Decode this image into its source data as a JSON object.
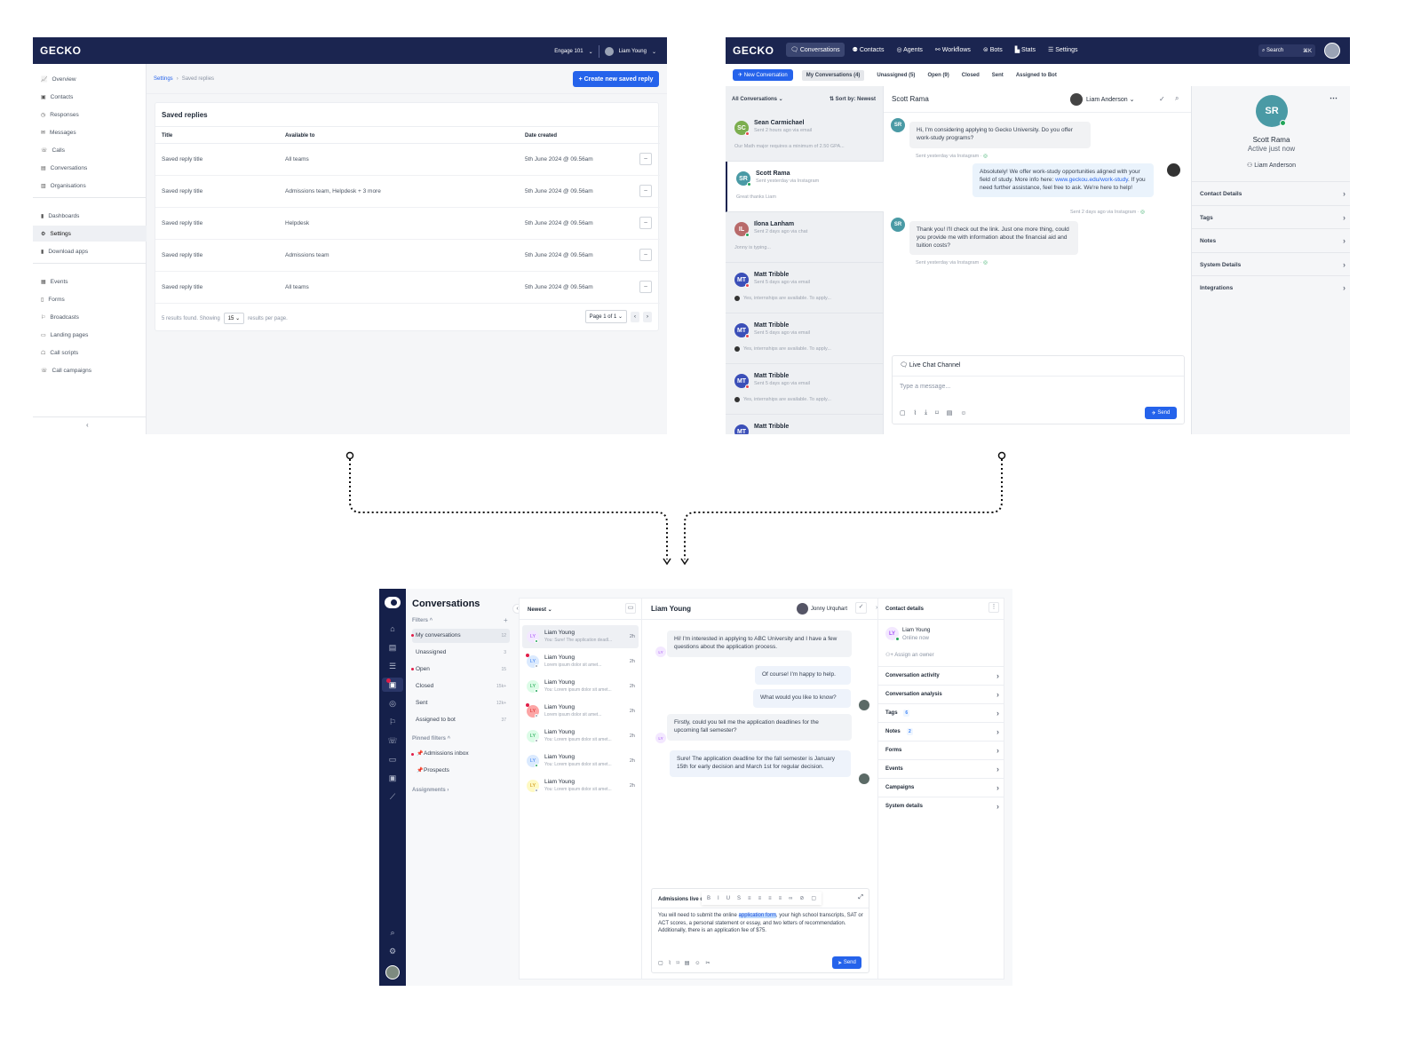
{
  "settings_app": {
    "logo": "GECKO",
    "workspace": "Engage 101",
    "user": "Liam Young",
    "sidebar": {
      "group1": [
        "Overview",
        "Contacts",
        "Responses",
        "Messages",
        "Calls",
        "Conversations",
        "Organisations"
      ],
      "group2": [
        "Dashboards",
        "Settings",
        "Download apps"
      ],
      "group3": [
        "Events",
        "Forms",
        "Broadcasts",
        "Landing pages",
        "Call scripts",
        "Call campaigns"
      ],
      "active": "Settings",
      "collapse": "‹"
    },
    "breadcrumb": {
      "parent": "Settings",
      "sep": "›",
      "current": "Saved replies"
    },
    "create_button": "+ Create new saved reply",
    "card_title": "Saved replies",
    "columns": [
      "Title",
      "Available to",
      "Date created"
    ],
    "rows": [
      {
        "title": "Saved reply title",
        "available": "All teams",
        "date": "5th June 2024 @ 09.56am"
      },
      {
        "title": "Saved reply title",
        "available": "Admissions team, Helpdesk + 3 more",
        "date": "5th June 2024 @ 09.56am"
      },
      {
        "title": "Saved reply title",
        "available": "Helpdesk",
        "date": "5th June 2024 @ 09.56am"
      },
      {
        "title": "Saved reply title",
        "available": "Admissions team",
        "date": "5th June 2024 @ 09.56am"
      },
      {
        "title": "Saved reply title",
        "available": "All teams",
        "date": "5th June 2024 @ 09.56am"
      }
    ],
    "footer": {
      "found": "5 results found. Showing",
      "per_page": "15",
      "suffix": "results per page.",
      "page": "Page 1 of 1"
    }
  },
  "inbox_app": {
    "logo": "GECKO",
    "nav": [
      "Conversations",
      "Contacts",
      "Agents",
      "Workflows",
      "Bots",
      "Stats",
      "Settings"
    ],
    "search": "Search",
    "shortcut": "⌘K",
    "new_conversation": "New Conversation",
    "tabs": [
      "My Conversations (4)",
      "Unassigned (5)",
      "Open (9)",
      "Closed",
      "Sent",
      "Assigned to Bot"
    ],
    "list_filter": "All Conversations",
    "sort": "Sort by: Newest",
    "conversations": [
      {
        "initials": "SC",
        "name": "Sean Carmichael",
        "meta": "Sent 2 hours ago via email",
        "preview": "Our Math major requires a minimum of 2.50 GPA...",
        "color": "#7cae4f",
        "status": "#e5484d"
      },
      {
        "initials": "SR",
        "name": "Scott Rama",
        "meta": "Sent yesterday via Instagram",
        "preview": "Great thanks Liam",
        "color": "#4a9aa5",
        "status": "#22a559"
      },
      {
        "initials": "IL",
        "name": "Ilona Lanham",
        "meta": "Sent 2 days ago via chat",
        "preview": "Jonny is typing...",
        "color": "#b86a6a",
        "status": "#22a559"
      },
      {
        "initials": "MT",
        "name": "Matt Tribble",
        "meta": "Sent 5 days ago via email",
        "preview": "Yes, internships are available. To apply...",
        "color": "#3b4fb8",
        "status": "#e5484d"
      },
      {
        "initials": "MT",
        "name": "Matt Tribble",
        "meta": "Sent 5 days ago via email",
        "preview": "Yes, internships are available. To apply...",
        "color": "#3b4fb8",
        "status": "#e5484d"
      },
      {
        "initials": "MT",
        "name": "Matt Tribble",
        "meta": "Sent 5 days ago via email",
        "preview": "Yes, internships are available. To apply...",
        "color": "#3b4fb8",
        "status": "#e5484d"
      },
      {
        "initials": "MT",
        "name": "Matt Tribble",
        "meta": "",
        "preview": "",
        "color": "#3b4fb8",
        "status": "#e5484d"
      }
    ],
    "chat": {
      "contact": "Scott Rama",
      "assignee": "Liam Anderson",
      "messages": [
        {
          "text": "Hi, I'm considering applying to Gecko University. Do you offer work-study programs?",
          "meta": "Sent yesterday via Instagram ·",
          "from": "contact"
        },
        {
          "text_pre": "Absolutely! We offer work-study opportunities aligned with your field of study. More info here: ",
          "link": "www.geckou.edu/work-study",
          "text_post": ". If you need further assistance, feel free to ask. We're here to help!",
          "meta": "Sent 2 days ago via Instagram ·",
          "from": "agent"
        },
        {
          "text": "Thank you! I'll check out the link. Just one more thing, could you provide me with information about the financial aid and tuition costs?",
          "meta": "Sent yesterday via Instagram ·",
          "from": "contact"
        }
      ],
      "channel": "Live Chat Channel",
      "placeholder": "Type a message...",
      "send": "Send"
    },
    "profile": {
      "initials": "SR",
      "name": "Scott Rama",
      "status": "Active just now",
      "owner": "Liam Anderson",
      "sections": [
        "Contact Details",
        "Tags",
        "Notes",
        "System Details",
        "Integrations"
      ]
    }
  },
  "new_app": {
    "title": "Conversations",
    "filters_label": "Filters ^",
    "add": "+",
    "filters": [
      {
        "label": "My conversations",
        "count": "12",
        "dot": true
      },
      {
        "label": "Unassigned",
        "count": "3",
        "dot": false
      },
      {
        "label": "Open",
        "count": "15",
        "dot": true
      },
      {
        "label": "Closed",
        "count": "15k+",
        "dot": false
      },
      {
        "label": "Sent",
        "count": "12k+",
        "dot": false
      },
      {
        "label": "Assigned to bot",
        "count": "37",
        "dot": false
      }
    ],
    "pinned_label": "Pinned filters ^",
    "pinned": [
      {
        "label": "Admissions inbox",
        "dot": true
      },
      {
        "label": "Prospects",
        "dot": false
      }
    ],
    "assignments": "Assignments ›",
    "sort": "Newest",
    "conversations": [
      {
        "initials": "LY",
        "name": "Liam Young",
        "preview": "You: Sure! The application deadl...",
        "time": "2h",
        "bg": "#f3e8ff",
        "fg": "#a855f7",
        "status": "#22a559",
        "unread": false
      },
      {
        "initials": "LY",
        "name": "Liam Young",
        "preview": "Lorem ipsum dolor sit amet...",
        "time": "2h",
        "bg": "#dbeafe",
        "fg": "#3b82f6",
        "status": "#9ca3af",
        "unread": true
      },
      {
        "initials": "LY",
        "name": "Liam Young",
        "preview": "You: Lorem ipsum dolor sit amet...",
        "time": "2h",
        "bg": "#dcfce7",
        "fg": "#16a34a",
        "status": "#22a559",
        "unread": false
      },
      {
        "initials": "LY",
        "name": "Liam Young",
        "preview": "Lorem ipsum dolor sit amet...",
        "time": "2h",
        "bg": "#fca5a5",
        "fg": "#dc2626",
        "status": "#9ca3af",
        "unread": true
      },
      {
        "initials": "LY",
        "name": "Liam Young",
        "preview": "You: Lorem ipsum dolor sit amet...",
        "time": "2h",
        "bg": "#dcfce7",
        "fg": "#16a34a",
        "status": "#9ca3af",
        "unread": false
      },
      {
        "initials": "LY",
        "name": "Liam Young",
        "preview": "You: Lorem ipsum dolor sit amet...",
        "time": "2h",
        "bg": "#dbeafe",
        "fg": "#3b82f6",
        "status": "#22a559",
        "unread": false
      },
      {
        "initials": "LY",
        "name": "Liam Young",
        "preview": "You: Lorem ipsum dolor sit amet...",
        "time": "2h",
        "bg": "#fef9c3",
        "fg": "#ca8a04",
        "status": "#9ca3af",
        "unread": false
      }
    ],
    "chat": {
      "contact": "Liam Young",
      "assignee": "Jonny Urquhart",
      "messages": [
        {
          "text": "Hi! I'm interested in applying to ABC University and I have a few questions about the application process.",
          "from": "contact"
        },
        {
          "text": "Of course! I'm happy to help.",
          "from": "agent"
        },
        {
          "text": "What would you like to know?",
          "from": "agent"
        },
        {
          "text": "Firstly, could you tell me the application deadlines for the upcoming fall semester?",
          "from": "contact"
        },
        {
          "text": "Sure! The application deadline for the fall semester is January 15th for early decision and March 1st for regular decision.",
          "from": "agent"
        }
      ],
      "channel": "Admissions live ch",
      "format_tools": [
        "B",
        "I",
        "U",
        "S",
        "≡",
        "≡",
        "≡",
        "≡",
        "∞",
        "⊘",
        "▢"
      ],
      "draft_pre": "You will need to submit the online ",
      "draft_highlight": "application form",
      "draft_post": ", your high school transcripts, SAT or ACT scores, a personal statement or essay, and two letters of recommendation. Additionally, there is an application fee of $75.",
      "send": "Send"
    },
    "contact": {
      "title": "Contact details",
      "initials": "LY",
      "name": "Liam Young",
      "status": "Online now",
      "assign": "Assign an owner",
      "sections": [
        {
          "label": "Conversation activity",
          "badge": ""
        },
        {
          "label": "Conversation analysis",
          "badge": ""
        },
        {
          "label": "Tags",
          "badge": "6"
        },
        {
          "label": "Notes",
          "badge": "2"
        },
        {
          "label": "Forms",
          "badge": ""
        },
        {
          "label": "Events",
          "badge": ""
        },
        {
          "label": "Campaigns",
          "badge": ""
        },
        {
          "label": "System details",
          "badge": ""
        }
      ]
    }
  }
}
